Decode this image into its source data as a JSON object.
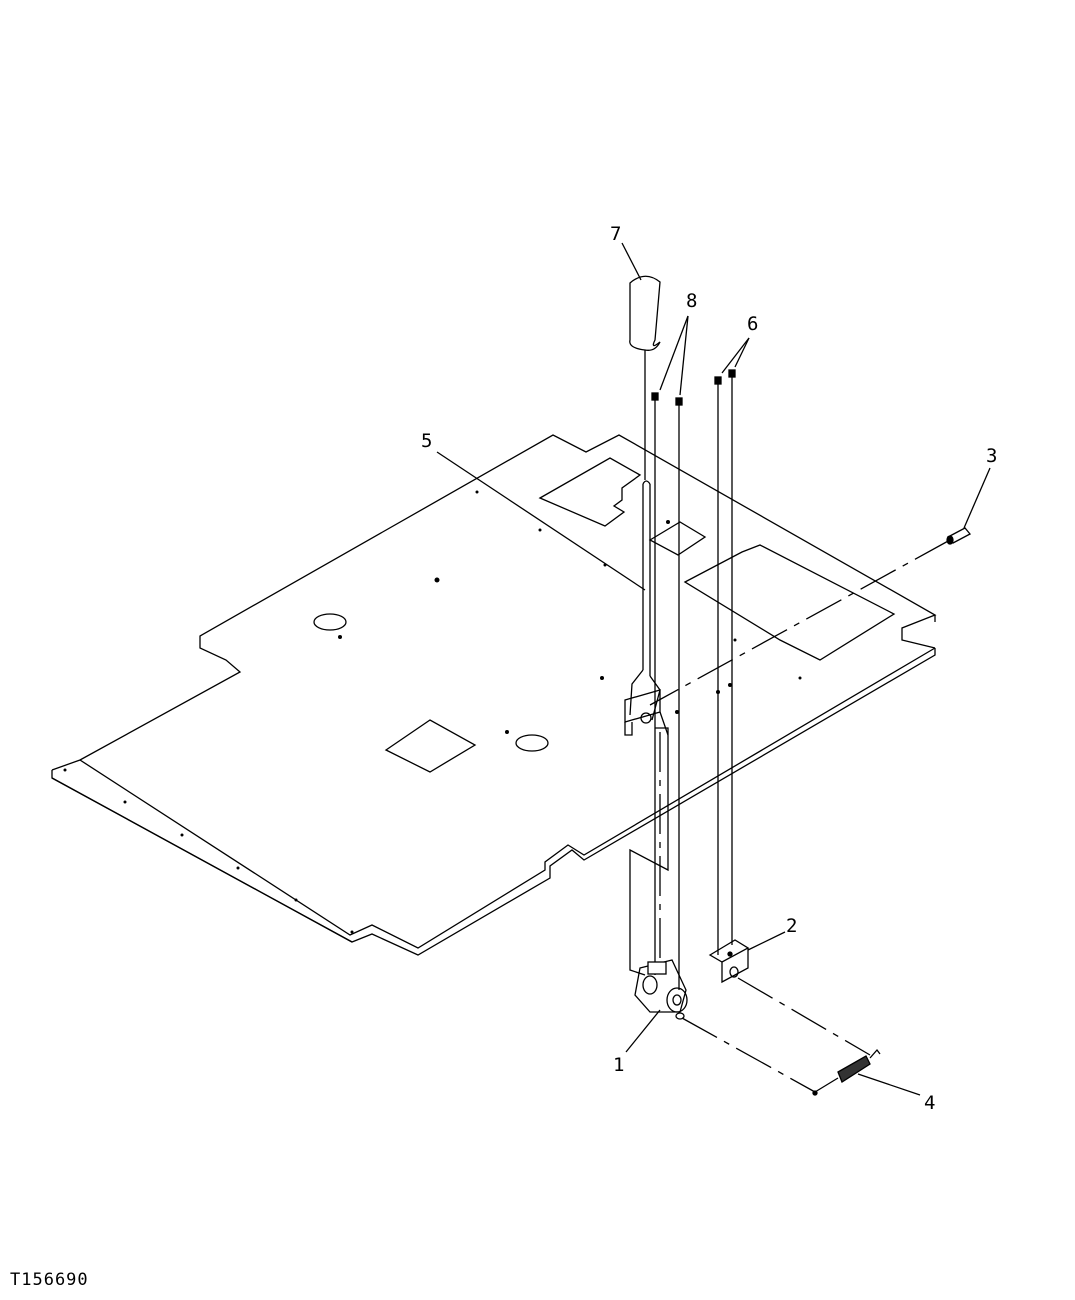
{
  "figure": {
    "id": "T156690"
  },
  "callouts": [
    {
      "id": "1",
      "part": "pivot-clamp-assembly"
    },
    {
      "id": "2",
      "part": "angle-bracket"
    },
    {
      "id": "3",
      "part": "pin"
    },
    {
      "id": "4",
      "part": "spring"
    },
    {
      "id": "5",
      "part": "rod"
    },
    {
      "id": "6",
      "part": "screws"
    },
    {
      "id": "7",
      "part": "handle-grip"
    },
    {
      "id": "8",
      "part": "screws"
    }
  ]
}
